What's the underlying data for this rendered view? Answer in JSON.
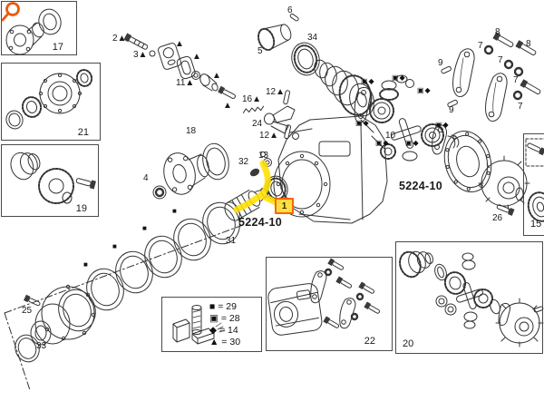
{
  "colors": {
    "highlight_yellow": "#ffdf00",
    "hotspot_border": "#ff6200",
    "hotspot_fill": "#ffdf43",
    "magnifier_orange": "#ea5b0c",
    "line_color": "#333333"
  },
  "highlight": {
    "number": "1"
  },
  "codes": {
    "pinion": "5224-10",
    "carrier": "5224-10"
  },
  "box_labels": {
    "b17": "17",
    "b21": "21",
    "b19": "19",
    "b22": "22",
    "b20": "20",
    "b15": "15"
  },
  "legend": {
    "rows": [
      "■ = 29",
      "▣ = 28",
      "◆ = 14",
      "▲ = 30"
    ]
  },
  "callouts": [
    "2▲",
    "3▲",
    "▲",
    "▲",
    "▲",
    "11▲",
    "▲",
    "16▲",
    "12▲",
    "24",
    "12▲",
    "13",
    "32",
    "6",
    "5",
    "34",
    "18",
    "4",
    "9",
    "9",
    "7",
    "8",
    "8",
    "7",
    "7",
    "7",
    "10",
    "26",
    "31",
    "25",
    "33"
  ],
  "ring_marks": [
    "■",
    "■",
    "■",
    "■"
  ],
  "diff_marks": [
    "▣◆",
    "▣◆",
    "▣◆",
    "▣◆",
    "▣◆",
    "▣◆",
    "▣◆"
  ]
}
